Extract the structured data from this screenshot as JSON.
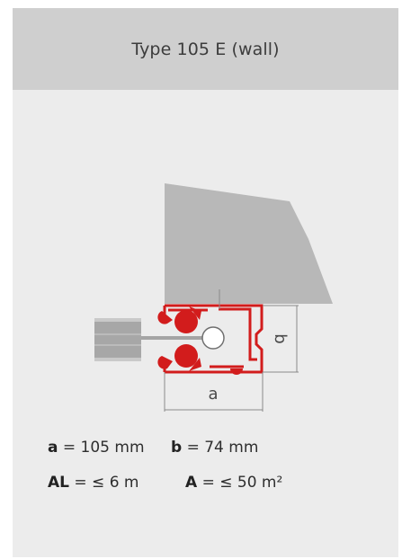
{
  "header": {
    "title": "Type 105 E (wall)"
  },
  "diagram": {
    "dimension_a_label": "a",
    "dimension_b_label": "b",
    "colors": {
      "wall": "#b8b8b8",
      "profile_red": "#d21c1c",
      "profile_grey": "#a9a9a9",
      "dimension_lines": "#8a8a8a"
    }
  },
  "specs": {
    "a": {
      "label": "a",
      "value": "= 105 mm"
    },
    "b": {
      "label": "b",
      "value": "= 74 mm"
    },
    "AL": {
      "label": "AL",
      "value": "= ≤ 6 m"
    },
    "A": {
      "label": "A",
      "value": "= ≤ 50 m²"
    }
  }
}
